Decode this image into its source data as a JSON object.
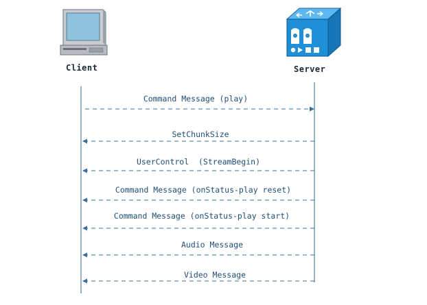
{
  "participants": {
    "client": {
      "label": "Client",
      "icon": "computer-icon"
    },
    "server": {
      "label": "Server",
      "icon": "server-icon"
    }
  },
  "messages": [
    {
      "label": "Command Message (play)",
      "direction": "client-to-server"
    },
    {
      "label": "SetChunkSize",
      "direction": "server-to-client"
    },
    {
      "label": "UserControl  (StreamBegin)",
      "direction": "server-to-client"
    },
    {
      "label": "Command Message (onStatus-play reset)",
      "direction": "server-to-client"
    },
    {
      "label": "Command Message (onStatus-play start)",
      "direction": "server-to-client"
    },
    {
      "label": "Audio Message",
      "direction": "server-to-client"
    },
    {
      "label": "Video Message",
      "direction": "server-to-client"
    }
  ],
  "colors": {
    "lifeline": "#4a7fa8",
    "arrow": "#3a6f9a",
    "label": "#1f4e79",
    "server_blue": "#1f8fd8"
  }
}
